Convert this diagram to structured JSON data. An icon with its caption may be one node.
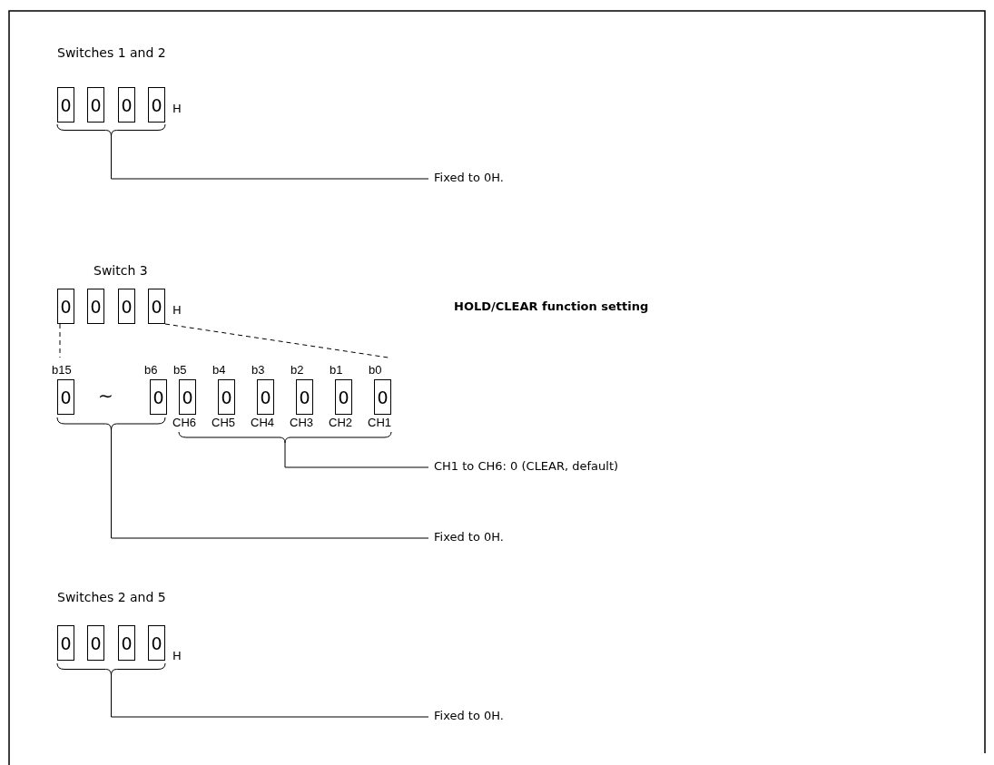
{
  "diagram": {
    "nodes": [
      {
        "text": [
          "0"
        ]
      },
      {
        "text": [
          "0"
        ]
      },
      {
        "text": [
          "0"
        ]
      },
      {
        "text": [
          "0"
        ]
      },
      {
        "text": [
          "Fixed to 0H."
        ]
      },
      {
        "text": [
          "0"
        ]
      },
      {
        "text": [
          "0"
        ]
      },
      {
        "text": [
          "0"
        ]
      },
      {
        "text": [
          "0"
        ]
      },
      {
        "text": [
          "0"
        ],
        "beside": [
          "b15"
        ]
      },
      {
        "text": [
          "0"
        ],
        "beside": [
          "b6"
        ]
      },
      {
        "text": [
          "0"
        ],
        "beside": [
          "b5",
          "CH6"
        ]
      },
      {
        "text": [
          "0"
        ],
        "beside": [
          "b4",
          "CH5"
        ]
      },
      {
        "text": [
          "0"
        ],
        "beside": [
          "b3",
          "CH4"
        ]
      },
      {
        "text": [
          "0"
        ],
        "beside": [
          "b2",
          "CH3"
        ]
      },
      {
        "text": [
          "0"
        ],
        "beside": [
          "b1",
          "CH2"
        ]
      },
      {
        "text": [
          "0"
        ],
        "beside": [
          "b0",
          "CH1"
        ]
      },
      {
        "text": [
          "CH1 to CH6: 0 (CLEAR, default)"
        ]
      },
      {
        "text": [
          "Fixed to 0H."
        ]
      },
      {
        "text": [
          "0"
        ]
      },
      {
        "text": [
          "0"
        ]
      },
      {
        "text": [
          "0"
        ]
      },
      {
        "text": [
          "0"
        ]
      },
      {
        "text": [
          "Fixed to 0H."
        ]
      },
      {
        "text": [],
        "shape": "bar"
      },
      {
        "text": [],
        "shape": "bar"
      },
      {
        "text": [],
        "shape": "bar"
      },
      {
        "text": [],
        "shape": "bar"
      }
    ],
    "edges": [
      {
        "from": 4,
        "to": 24,
        "arrow": "none"
      },
      {
        "from": 5,
        "to": 9,
        "arrow": "none",
        "style": "dashed"
      },
      {
        "from": 8,
        "to": 16,
        "arrow": "none",
        "style": "dashed"
      },
      {
        "from": 17,
        "to": 25,
        "arrow": "none"
      },
      {
        "from": 18,
        "to": 26,
        "arrow": "none"
      },
      {
        "from": 23,
        "to": 27,
        "arrow": "none"
      }
    ],
    "labels": [
      "Switches 1 and 2",
      "H",
      "Switch 3",
      "H",
      "HOLD/CLEAR function setting",
      "∼",
      "Switches 2 and 5",
      "H"
    ]
  }
}
